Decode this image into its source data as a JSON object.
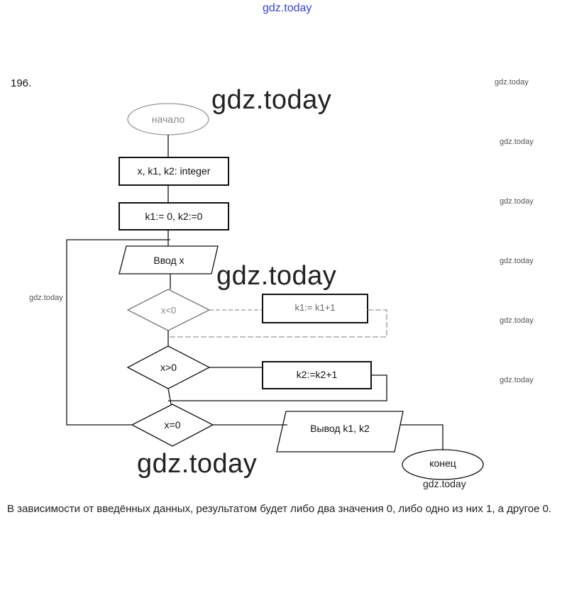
{
  "header": {
    "site": "gdz.today"
  },
  "task_number": "196.",
  "watermark": "gdz.today",
  "flowchart": {
    "start": "начало",
    "declare": "x, k1, k2: integer",
    "init": "k1:= 0, k2:=0",
    "input": "Ввод x",
    "cond1": "x<0",
    "action1": "k1:= k1+1",
    "cond2": "x>0",
    "action2": "k2:=k2+1",
    "cond3": "x=0",
    "output": "Вывод k1, k2",
    "end": "конец"
  },
  "answer_text": "В зависимости от введённых данных, результатом будет либо два значения 0, либо одно из них 1, а другое 0."
}
